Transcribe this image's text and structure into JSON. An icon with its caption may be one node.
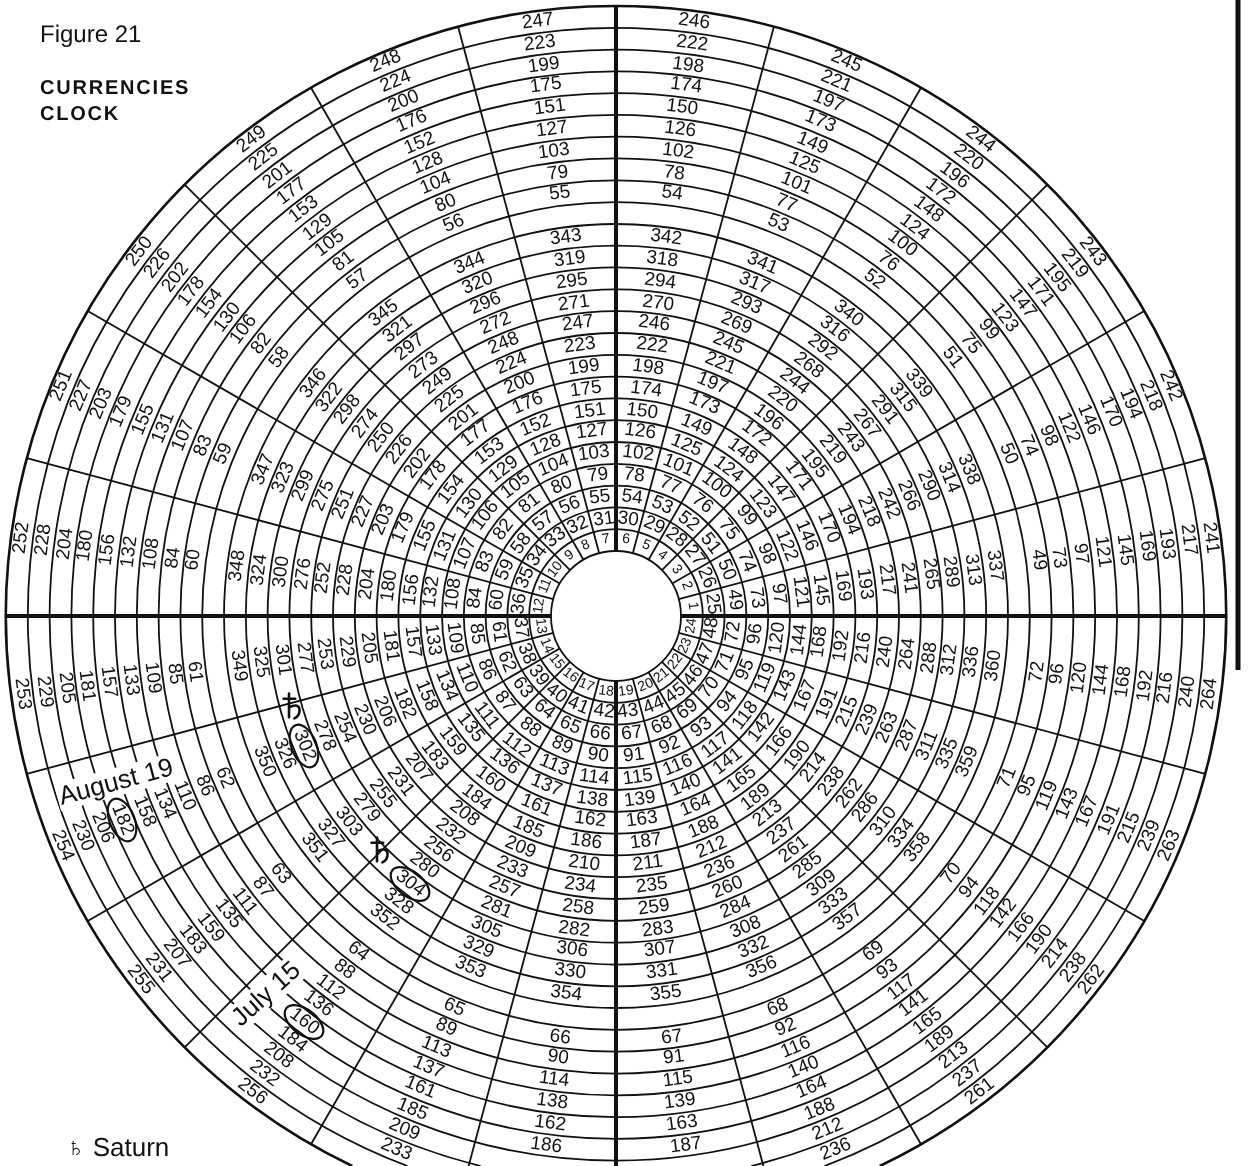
{
  "diagram": {
    "title": "CURRENCIES CLOCK",
    "labels": [
      "Figure 21",
      "1",
      "2",
      "3",
      "4",
      "5",
      "6",
      "7",
      "8",
      "9",
      "10",
      "11",
      "12",
      "13",
      "14",
      "15",
      "16",
      "17",
      "18",
      "19",
      "20",
      "21",
      "22",
      "23",
      "24",
      "25",
      "26",
      "27",
      "28",
      "29",
      "30",
      "31",
      "32",
      "33",
      "34",
      "35",
      "36",
      "37",
      "38",
      "39",
      "40",
      "41",
      "42",
      "43",
      "44",
      "45",
      "46",
      "47",
      "48",
      "49",
      "50",
      "51",
      "52",
      "53",
      "54",
      "55",
      "56",
      "57",
      "58",
      "59",
      "60",
      "61",
      "62",
      "63",
      "64",
      "65",
      "66",
      "67",
      "68",
      "69",
      "70",
      "71",
      "72",
      "73",
      "74",
      "75",
      "76",
      "77",
      "78",
      "79",
      "80",
      "81",
      "82",
      "83",
      "84",
      "85",
      "86",
      "87",
      "88",
      "89",
      "90",
      "91",
      "92",
      "93",
      "94",
      "95",
      "96",
      "97",
      "98",
      "99",
      "100",
      "101",
      "102",
      "103",
      "104",
      "105",
      "106",
      "107",
      "108",
      "109",
      "110",
      "111",
      "112",
      "113",
      "114",
      "115",
      "116",
      "117",
      "118",
      "119",
      "120",
      "121",
      "122",
      "123",
      "124",
      "125",
      "126",
      "127",
      "128",
      "129",
      "130",
      "131",
      "132",
      "133",
      "134",
      "135",
      "136",
      "137",
      "138",
      "139",
      "140",
      "141",
      "142",
      "143",
      "144",
      "145",
      "146",
      "147",
      "148",
      "149",
      "150",
      "151",
      "152",
      "153",
      "154",
      "155",
      "156",
      "157",
      "158",
      "159",
      "160",
      "161",
      "162",
      "163",
      "164",
      "165",
      "166",
      "167",
      "168",
      "169",
      "170",
      "171",
      "172",
      "173",
      "174",
      "175",
      "176",
      "177",
      "178",
      "179",
      "180",
      "181",
      "182",
      "183",
      "184",
      "185",
      "186",
      "187",
      "188",
      "189",
      "190",
      "191",
      "192",
      "193",
      "194",
      "195",
      "196",
      "197",
      "198",
      "199",
      "200",
      "201",
      "202",
      "203",
      "204",
      "205",
      "206",
      "207",
      "208",
      "209",
      "210",
      "211",
      "212",
      "213",
      "214",
      "215",
      "216",
      "217",
      "218",
      "219",
      "220",
      "221",
      "222",
      "223",
      "224",
      "225",
      "226",
      "227",
      "228",
      "229",
      "230",
      "231",
      "232",
      "233",
      "234",
      "235",
      "236",
      "237",
      "238",
      "239",
      "240",
      "241",
      "242",
      "243",
      "244",
      "245",
      "246",
      "247",
      "248",
      "249",
      "250",
      "251",
      "252",
      "253",
      "254",
      "255",
      "256",
      "257",
      "258",
      "259",
      "260",
      "261",
      "262",
      "263",
      "264",
      "265",
      "266",
      "267",
      "268",
      "269",
      "270",
      "271",
      "272",
      "273",
      "274",
      "275",
      "276",
      "277",
      "278",
      "279",
      "280",
      "281",
      "282",
      "283",
      "284",
      "285",
      "286",
      "287",
      "288",
      "289",
      "290",
      "291",
      "292",
      "293",
      "294",
      "295",
      "296",
      "297",
      "298",
      "299",
      "300",
      "301",
      "302",
      "303",
      "304",
      "305",
      "306",
      "307",
      "308",
      "309",
      "310",
      "311",
      "312",
      "313",
      "314",
      "315",
      "316",
      "317",
      "318",
      "319",
      "320",
      "321",
      "322",
      "323",
      "324",
      "325",
      "326",
      "327",
      "328",
      "329",
      "330",
      "331",
      "332",
      "333",
      "334",
      "335",
      "336",
      "337",
      "338",
      "339",
      "340",
      "341",
      "342",
      "343",
      "344",
      "345",
      "346",
      "347",
      "348",
      "349",
      "350",
      "351",
      "352",
      "353",
      "354",
      "355",
      "356",
      "357",
      "358",
      "359",
      "360",
      "49",
      "50",
      "51",
      "52",
      "53",
      "54",
      "55",
      "56",
      "57",
      "58",
      "59",
      "60",
      "61",
      "62",
      "63",
      "64",
      "65",
      "66",
      "67",
      "68",
      "69",
      "70",
      "71",
      "72",
      "73",
      "74",
      "75",
      "76",
      "77",
      "78",
      "79",
      "80",
      "81",
      "82",
      "83",
      "84",
      "85",
      "86",
      "87",
      "88",
      "89",
      "90",
      "91",
      "92",
      "93",
      "94",
      "95",
      "96",
      "97",
      "98",
      "99",
      "100",
      "101",
      "102",
      "103",
      "104",
      "105",
      "106",
      "107",
      "108",
      "109",
      "110",
      "111",
      "112",
      "113",
      "114",
      "115",
      "116",
      "117",
      "118",
      "119",
      "120",
      "121",
      "122",
      "123",
      "124",
      "125",
      "126",
      "127",
      "128",
      "129",
      "130",
      "131",
      "132",
      "133",
      "134",
      "135",
      "136",
      "137",
      "138",
      "139",
      "140",
      "141",
      "142",
      "143",
      "144",
      "145",
      "146",
      "147",
      "148",
      "149",
      "150",
      "151",
      "152",
      "153",
      "154",
      "155",
      "156",
      "157",
      "158",
      "159",
      "160",
      "161",
      "162",
      "163",
      "164",
      "165",
      "166",
      "167",
      "168",
      "169",
      "170",
      "171",
      "172",
      "173",
      "174",
      "175",
      "176",
      "177",
      "178",
      "179",
      "180",
      "181",
      "182",
      "183",
      "184",
      "185",
      "186",
      "187",
      "188",
      "189",
      "190",
      "191",
      "192",
      "193",
      "194",
      "195",
      "196",
      "197",
      "198",
      "199",
      "200",
      "201",
      "202",
      "203",
      "204",
      "205",
      "206",
      "207",
      "208",
      "209",
      "212",
      "213",
      "214",
      "215",
      "216",
      "217",
      "218",
      "219",
      "220",
      "221",
      "222",
      "223",
      "224",
      "225",
      "226",
      "227",
      "228",
      "229",
      "230",
      "231",
      "232",
      "233",
      "236",
      "237",
      "238",
      "239",
      "240",
      "241",
      "242",
      "243",
      "244",
      "245",
      "246",
      "247",
      "248",
      "249",
      "250",
      "251",
      "252",
      "253",
      "254",
      "255",
      "256",
      "261",
      "262",
      "263",
      "264",
      "August 19",
      "July 15",
      "♄ Saturn"
    ]
  }
}
